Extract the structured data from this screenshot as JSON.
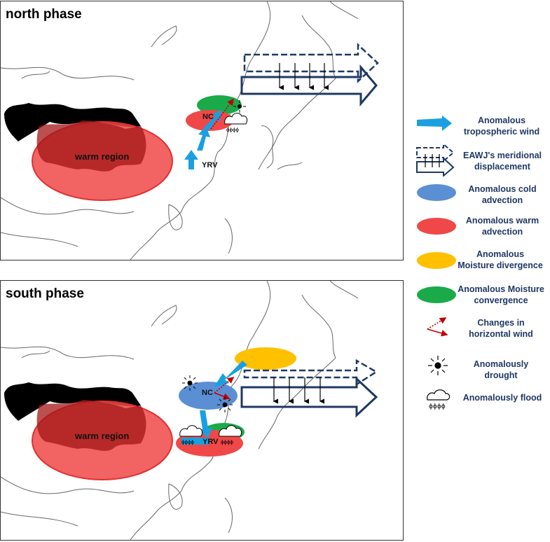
{
  "panels": {
    "north": {
      "title": "north phase",
      "labels": {
        "warm": "warm region",
        "nc": "NC",
        "yrv": "YRV"
      }
    },
    "south": {
      "title": "south phase",
      "labels": {
        "warm": "warm region",
        "nc": "NC",
        "yrv": "YRV"
      }
    }
  },
  "legend": {
    "items": [
      {
        "icon": "blue-arrow-icon",
        "line1": "Anomalous",
        "line2": "tropospheric wind"
      },
      {
        "icon": "jet-displacement-arrows-icon",
        "line1": "EAWJ's meridional",
        "line2": "displacement"
      },
      {
        "icon": "blue-ellipse-icon",
        "line1": "Anomalous  cold",
        "line2": "advection"
      },
      {
        "icon": "red-ellipse-icon",
        "line1": "Anomalous  warm",
        "line2": "advection"
      },
      {
        "icon": "yellow-ellipse-icon",
        "line1": "Anomalous",
        "line2": "Moisture divergence"
      },
      {
        "icon": "green-ellipse-icon",
        "line1": "Anomalous Moisture",
        "line2": "convergence"
      },
      {
        "icon": "red-wind-change-arrows-icon",
        "line1": "Changes in",
        "line2": "horizontal wind"
      },
      {
        "icon": "sun-drought-icon",
        "line1": "Anomalously",
        "line2": "drought"
      },
      {
        "icon": "rain-cloud-flood-icon",
        "line1": "Anomalously flood",
        "line2": ""
      }
    ]
  },
  "colors": {
    "wind_arrow": "#1aa0e0",
    "jet_arrow": "#1f3864",
    "cold": "#5b8fd4",
    "warm": "#f04848",
    "moisture_divergence": "#ffc000",
    "moisture_convergence": "#1aaa4a",
    "wind_change": "#c00000",
    "plateau": "#000000"
  }
}
